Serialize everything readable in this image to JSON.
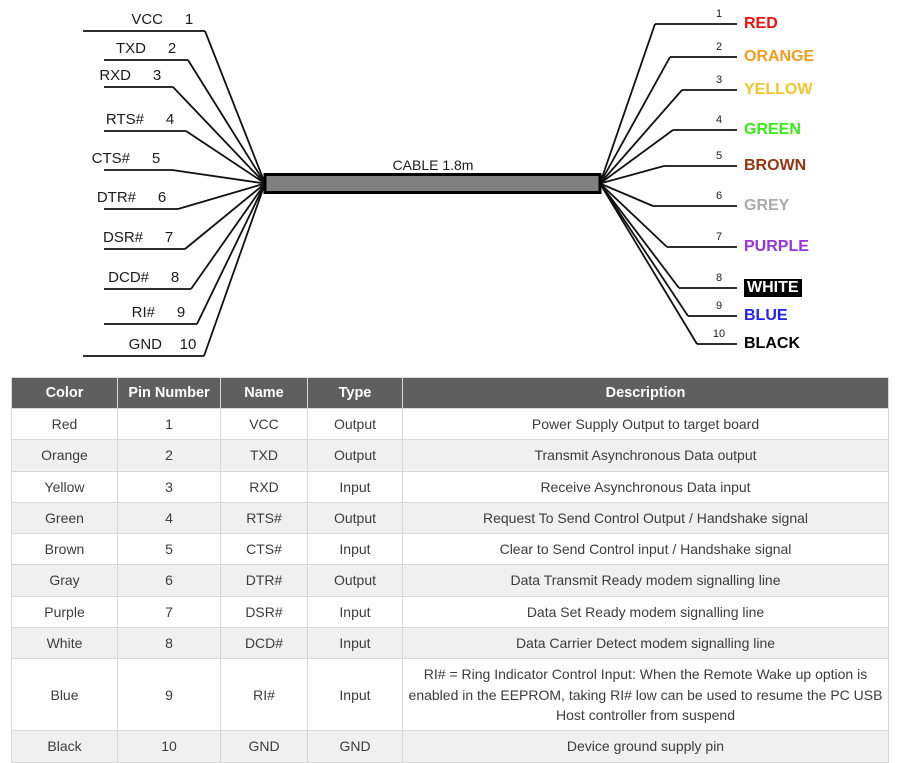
{
  "diagram": {
    "cable_caption": "CABLE 1.8m",
    "left_pins": [
      {
        "name": "VCC",
        "num": "1"
      },
      {
        "name": "TXD",
        "num": "2"
      },
      {
        "name": "RXD",
        "num": "3"
      },
      {
        "name": "RTS#",
        "num": "4"
      },
      {
        "name": "CTS#",
        "num": "5"
      },
      {
        "name": "DTR#",
        "num": "6"
      },
      {
        "name": "DSR#",
        "num": "7"
      },
      {
        "name": "DCD#",
        "num": "8"
      },
      {
        "name": "RI#",
        "num": "9"
      },
      {
        "name": "GND",
        "num": "10"
      }
    ],
    "right_pins": [
      {
        "num": "1",
        "label": "RED",
        "color": "#ee1111",
        "boxed": false
      },
      {
        "num": "2",
        "label": "ORANGE",
        "color": "#f59c1a",
        "boxed": false
      },
      {
        "num": "3",
        "label": "YELLOW",
        "color": "#f7c52a",
        "boxed": false
      },
      {
        "num": "4",
        "label": "GREEN",
        "color": "#33ee11",
        "boxed": false
      },
      {
        "num": "5",
        "label": "BROWN",
        "color": "#993311",
        "boxed": false
      },
      {
        "num": "6",
        "label": "GREY",
        "color": "#aaaaaa",
        "boxed": false
      },
      {
        "num": "7",
        "label": "PURPLE",
        "color": "#9933dd",
        "boxed": false
      },
      {
        "num": "8",
        "label": "WHITE",
        "color": "#ffffff",
        "boxed": true
      },
      {
        "num": "9",
        "label": "BLUE",
        "color": "#2222ee",
        "boxed": false
      },
      {
        "num": "10",
        "label": "BLACK",
        "color": "#000000",
        "boxed": false
      }
    ],
    "cable_fill": "#808080",
    "cable_stroke": "#000000",
    "wire_stroke": "#111111"
  },
  "table": {
    "headers": [
      "Color",
      "Pin Number",
      "Name",
      "Type",
      "Description"
    ],
    "rows": [
      [
        "Red",
        "1",
        "VCC",
        "Output",
        "Power Supply Output to target board"
      ],
      [
        "Orange",
        "2",
        "TXD",
        "Output",
        "Transmit Asynchronous Data output"
      ],
      [
        "Yellow",
        "3",
        "RXD",
        "Input",
        "Receive Asynchronous Data input"
      ],
      [
        "Green",
        "4",
        "RTS#",
        "Output",
        "Request To Send Control Output / Handshake signal"
      ],
      [
        "Brown",
        "5",
        "CTS#",
        "Input",
        "Clear to Send Control input / Handshake signal"
      ],
      [
        "Gray",
        "6",
        "DTR#",
        "Output",
        "Data Transmit Ready modem signalling line"
      ],
      [
        "Purple",
        "7",
        "DSR#",
        "Input",
        "Data Set Ready modem signalling line"
      ],
      [
        "White",
        "8",
        "DCD#",
        "Input",
        "Data Carrier Detect modem signalling line"
      ],
      [
        "Blue",
        "9",
        "RI#",
        "Input",
        "RI# = Ring Indicator Control Input: When the Remote Wake up option is enabled in the EEPROM, taking RI# low can be used to resume the PC USB Host controller from suspend"
      ],
      [
        "Black",
        "10",
        "GND",
        "GND",
        "Device ground supply pin"
      ]
    ]
  }
}
